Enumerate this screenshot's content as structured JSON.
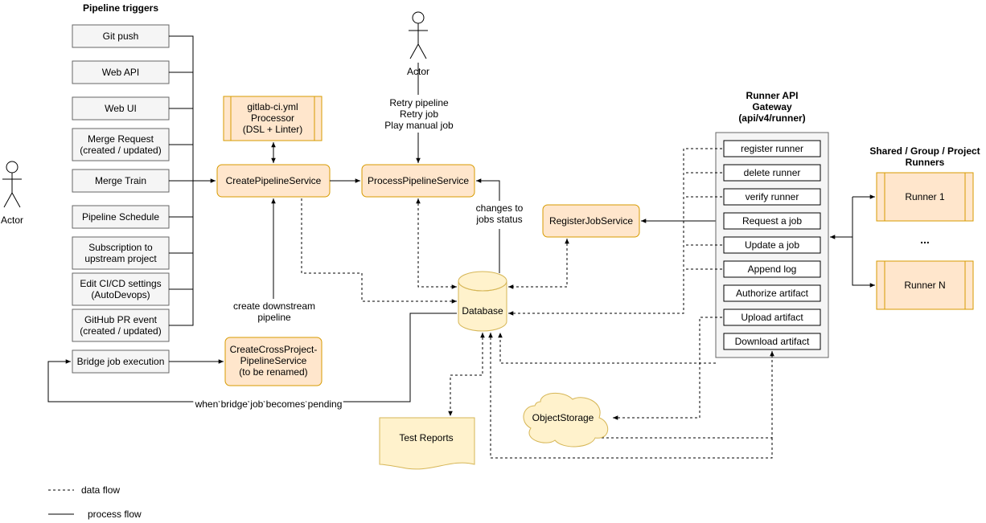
{
  "triggers": {
    "heading": "Pipeline triggers",
    "items": [
      [
        "Git push"
      ],
      [
        "Web API"
      ],
      [
        "Web UI"
      ],
      [
        "Merge Request",
        "(created / updated)"
      ],
      [
        "Merge Train"
      ],
      [
        "Pipeline Schedule"
      ],
      [
        "Subscription to",
        "upstream project"
      ],
      [
        "Edit CI/CD settings",
        "(AutoDevops)"
      ],
      [
        "GitHub PR event",
        "(created / updated)"
      ]
    ],
    "bridge": "Bridge job execution"
  },
  "actors": {
    "left": "Actor",
    "top": "Actor"
  },
  "services": {
    "gitlab_ci": [
      "gitlab-ci.yml",
      "Processor",
      "(DSL + Linter)"
    ],
    "create_pipeline": "CreatePipelineService",
    "process_pipeline": "ProcessPipelineService",
    "cross_project": [
      "CreateCrossProject-",
      "PipelineService",
      "(to be renamed)"
    ],
    "register_job": "RegisterJobService",
    "database": "Database",
    "object_storage": "ObjectStorage",
    "test_reports": "Test Reports"
  },
  "labels": {
    "actor_actions": [
      "Retry pipeline",
      "Retry job",
      "Play manual job"
    ],
    "changes_status": [
      "changes to",
      "jobs status"
    ],
    "downstream": [
      "create downstream",
      "pipeline"
    ],
    "bridge_pending": "when bridge job becomes pending"
  },
  "gateway": {
    "title": [
      "Runner API",
      "Gateway",
      "(api/v4/runner)"
    ],
    "items": [
      "register runner",
      "delete runner",
      "verify runner",
      "Request a job",
      "Update a job",
      "Append log",
      "Authorize artifact",
      "Upload artifact",
      "Download artifact"
    ]
  },
  "runners": {
    "title": [
      "Shared / Group / Project",
      "Runners"
    ],
    "first": "Runner 1",
    "ellipsis": "...",
    "last": "Runner N"
  },
  "legend": {
    "data_flow": "data flow",
    "process_flow": "process flow"
  }
}
